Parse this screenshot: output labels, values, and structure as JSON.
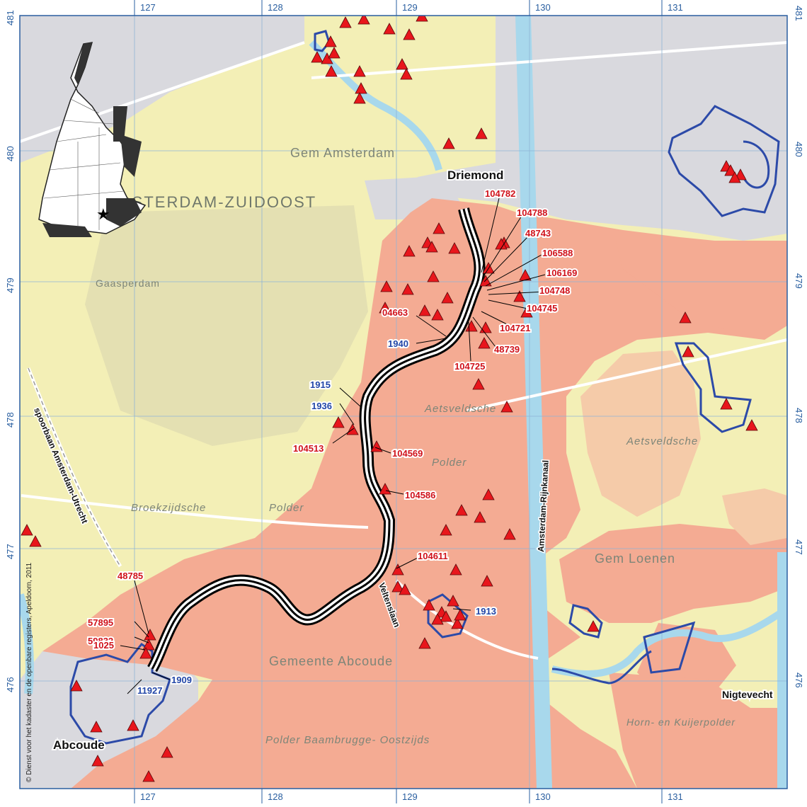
{
  "map": {
    "grid_top_labels": [
      "127",
      "128",
      "129",
      "130",
      "131"
    ],
    "grid_bottom_labels": [
      "127",
      "128",
      "129",
      "130",
      "131"
    ],
    "grid_left_labels": [
      "481",
      "480",
      "479",
      "478",
      "477",
      "476"
    ],
    "grid_right_labels": [
      "481",
      "480",
      "479",
      "478",
      "477",
      "476"
    ],
    "place_names": {
      "driemond": "Driemond",
      "abcoude": "Abcoude",
      "amsterdam_zuidoost": "ASTERDAM-ZUIDOOST",
      "gem_amsterdam": "Gem Amsterdam",
      "gaasperdam": "Gaasperdam",
      "broekzijdsche": "Broekzijdsche",
      "polder_left": "Polder",
      "polder_mid": "Polder",
      "aetsveldsche_mid": "Aetsveldsche",
      "aetsveldsche_right": "Aetsveldsche",
      "gem_loenen": "Gem Loenen",
      "gemeente_abcoude": "Gemeente Abcoude",
      "polder_baambrugge": "Polder Baambrugge- Oostzijds",
      "horn_kuijerpolder": "Horn- en Kuijerpolder",
      "nigtevecht": "Nigtevecht"
    },
    "road_labels": {
      "spoorbaan": "spoorbaan Amsterdam-Utrecht",
      "rijnkanaal": "Amsterdam-Rijnkanaal",
      "veltenslaan": "Veltenslaan"
    },
    "red_labels": [
      "104782",
      "104788",
      "48743",
      "106588",
      "106169",
      "104748",
      "104745",
      "104721",
      "48739",
      "104725",
      "04663",
      "104513",
      "104569",
      "104586",
      "104611",
      "48785",
      "57895",
      "59832",
      "1025"
    ],
    "blue_labels": [
      "1940",
      "1915",
      "1936",
      "1913",
      "1909",
      "11927"
    ],
    "credit": "© Dienst voor het kadaster en de openbare registers, Apeldoorn, 2011",
    "inset_icon": "star-icon",
    "colors": {
      "frame_blue": "#2a5fa0",
      "high_zone": "#f4a98f",
      "low_zone": "#f5f0b4",
      "urban": "#d7d7dc",
      "water": "#9fd3ea",
      "marker_red": "#e8161c",
      "contour_blue": "#2c4aa8"
    }
  }
}
